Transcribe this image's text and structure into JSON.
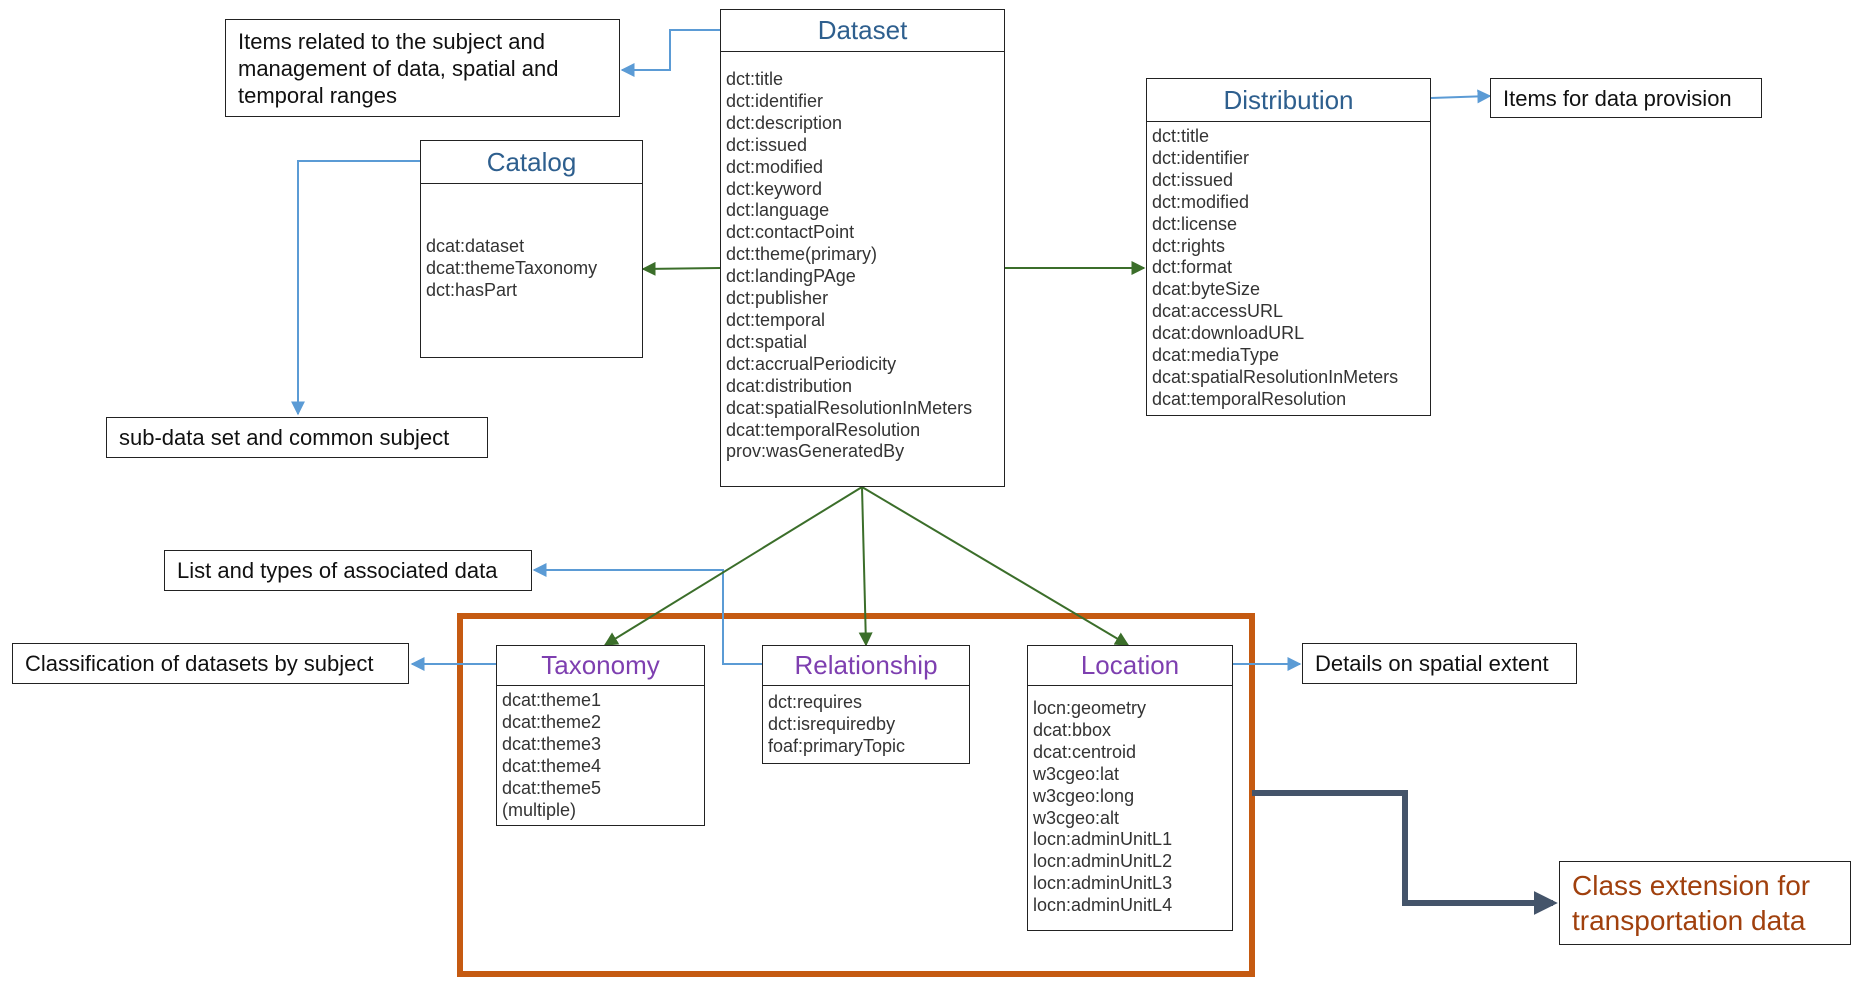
{
  "classes": {
    "dataset": {
      "title": "Dataset",
      "props": [
        "dct:title",
        "dct:identifier",
        "dct:description",
        "dct:issued",
        "dct:modified",
        "dct:keyword",
        "dct:language",
        "dct:contactPoint",
        "dct:theme(primary)",
        "dct:landingPAge",
        "dct:publisher",
        "dct:temporal",
        "dct:spatial",
        "dct:accrualPeriodicity",
        "dcat:distribution",
        "dcat:spatialResolutionInMeters",
        "dcat:temporalResolution",
        "prov:wasGeneratedBy"
      ]
    },
    "catalog": {
      "title": "Catalog",
      "props": [
        "dcat:dataset",
        "dcat:themeTaxonomy",
        "dct:hasPart"
      ]
    },
    "distribution": {
      "title": "Distribution",
      "props": [
        "dct:title",
        "dct:identifier",
        "dct:issued",
        "dct:modified",
        "dct:license",
        "dct:rights",
        "dct:format",
        "dcat:byteSize",
        "dcat:accessURL",
        "dcat:downloadURL",
        "dcat:mediaType",
        "dcat:spatialResolutionInMeters",
        "dcat:temporalResolution"
      ]
    },
    "taxonomy": {
      "title": "Taxonomy",
      "props": [
        "dcat:theme1",
        "dcat:theme2",
        "dcat:theme3",
        "dcat:theme4",
        "dcat:theme5",
        "(multiple)"
      ]
    },
    "relationship": {
      "title": "Relationship",
      "props": [
        "dct:requires",
        "dct:isrequiredby",
        "foaf:primaryTopic"
      ]
    },
    "location": {
      "title": "Location",
      "props": [
        "locn:geometry",
        "dcat:bbox",
        "dcat:centroid",
        "w3cgeo:lat",
        "w3cgeo:long",
        "w3cgeo:alt",
        "locn:adminUnitL1",
        "locn:adminUnitL2",
        "locn:adminUnitL3",
        "locn:adminUnitL4"
      ]
    }
  },
  "notes": {
    "dataset_note": "Items related to the subject and management of data, spatial and temporal ranges",
    "distribution_note": "Items for data provision",
    "catalog_note": "sub-data set and common subject",
    "relationship_note": "List and types of associated data",
    "taxonomy_note": "Classification of datasets by subject",
    "location_note": "Details on spatial extent",
    "extension_note": "Class extension for transportation data"
  },
  "colors": {
    "blue_connector": "#5b9bd5",
    "green_connector": "#3b6e2a",
    "extension_border": "#c55a11",
    "extension_arrow": "#44546a",
    "class_title_blue": "#2e5f8e",
    "class_title_purple": "#7e3fb0"
  }
}
